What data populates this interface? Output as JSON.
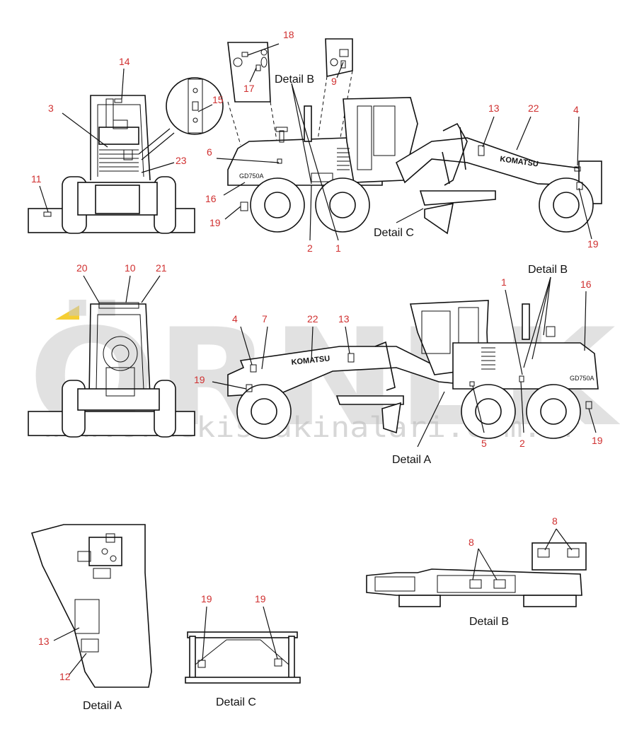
{
  "watermark": {
    "brand": "ÖRNEK",
    "site": "www.ornekismakinalari.com.tr",
    "accent_color": "#f2c200"
  },
  "captions": {
    "detail_a": "Detail A",
    "detail_b": "Detail B",
    "detail_c": "Detail C"
  },
  "decals": {
    "komatsu": "KOMATSU",
    "model": "GD750A"
  },
  "labels": {
    "n1": "1",
    "n2": "2",
    "n3": "3",
    "n4": "4",
    "n5": "5",
    "n6": "6",
    "n7": "7",
    "n8": "8",
    "n9": "9",
    "n10": "10",
    "n11": "11",
    "n12": "12",
    "n13": "13",
    "n14": "14",
    "n15": "15",
    "n16": "16",
    "n17": "17",
    "n18": "18",
    "n19": "19",
    "n20": "20",
    "n21": "21",
    "n22": "22",
    "n23": "23"
  }
}
